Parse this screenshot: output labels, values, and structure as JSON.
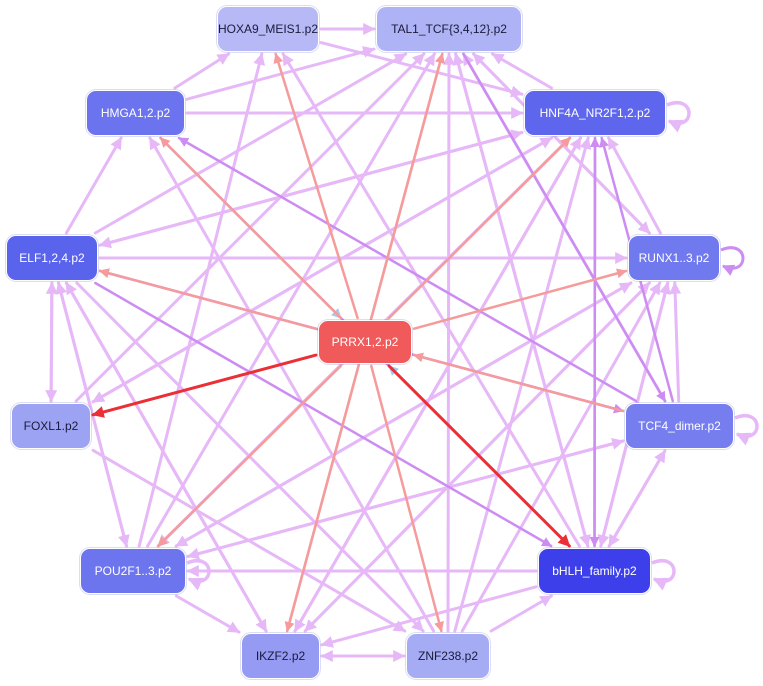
{
  "diagram": {
    "type": "directed-network",
    "colors": {
      "edge_pink": "#e6b8f7",
      "edge_purple": "#cd8cf2",
      "edge_salmon": "#f59b9b",
      "edge_red": "#ea2f36",
      "edge_blue": "#a8c8ee",
      "node_text_light": "#ffffff",
      "node_text_dark": "#1a1a3a"
    },
    "nodes": [
      {
        "id": "hoxa9",
        "label": "HOXA9_MEIS1.p2",
        "fill": "#b6b9f6",
        "text": "dark"
      },
      {
        "id": "tal1",
        "label": "TAL1_TCF{3,4,12}.p2",
        "fill": "#aeb3f5",
        "text": "dark"
      },
      {
        "id": "hmga1",
        "label": "HMGA1,2.p2",
        "fill": "#6b73ee",
        "text": "light"
      },
      {
        "id": "hnf4a",
        "label": "HNF4A_NR2F1,2.p2",
        "fill": "#5d66ec",
        "text": "light"
      },
      {
        "id": "elf1",
        "label": "ELF1,2,4.p2",
        "fill": "#5a63ec",
        "text": "light"
      },
      {
        "id": "runx1",
        "label": "RUNX1..3.p2",
        "fill": "#7179ef",
        "text": "light"
      },
      {
        "id": "prrx1",
        "label": "PRRX1,2.p2",
        "fill": "#f05a5a",
        "text": "light"
      },
      {
        "id": "foxl1",
        "label": "FOXL1.p2",
        "fill": "#9da3f3",
        "text": "dark"
      },
      {
        "id": "tcf4",
        "label": "TCF4_dimer.p2",
        "fill": "#767eef",
        "text": "light"
      },
      {
        "id": "pou2f1",
        "label": "POU2F1..3.p2",
        "fill": "#6c74ee",
        "text": "light"
      },
      {
        "id": "bhlh",
        "label": "bHLH_family.p2",
        "fill": "#3d40ea",
        "text": "light"
      },
      {
        "id": "ikzf2",
        "label": "IKZF2.p2",
        "fill": "#959bf2",
        "text": "dark"
      },
      {
        "id": "znf238",
        "label": "ZNF238.p2",
        "fill": "#a6acf4",
        "text": "dark"
      }
    ],
    "edges": [
      {
        "from": "prrx1",
        "to": "tal1",
        "color": "salmon"
      },
      {
        "from": "prrx1",
        "to": "hoxa9",
        "color": "salmon"
      },
      {
        "from": "prrx1",
        "to": "hnf4a",
        "color": "salmon"
      },
      {
        "from": "prrx1",
        "to": "runx1",
        "color": "salmon"
      },
      {
        "from": "prrx1",
        "to": "hmga1",
        "color": "salmon"
      },
      {
        "from": "prrx1",
        "to": "elf1",
        "color": "salmon"
      },
      {
        "from": "prrx1",
        "to": "foxl1",
        "color": "red"
      },
      {
        "from": "prrx1",
        "to": "bhlh",
        "color": "red"
      },
      {
        "from": "prrx1",
        "to": "ikzf2",
        "color": "salmon"
      },
      {
        "from": "prrx1",
        "to": "znf238",
        "color": "salmon"
      },
      {
        "from": "prrx1",
        "to": "pou2f1",
        "color": "salmon"
      },
      {
        "from": "tcf4",
        "to": "prrx1",
        "color": "salmon"
      },
      {
        "from": "ikzf2",
        "to": "tal1",
        "color": "salmon"
      },
      {
        "from": "bhlh",
        "to": "prrx1",
        "color": "blue"
      },
      {
        "from": "hmga1",
        "to": "prrx1",
        "color": "blue"
      },
      {
        "from": "hmga1",
        "to": "hoxa9",
        "color": "pink"
      },
      {
        "from": "hmga1",
        "to": "hnf4a",
        "color": "pink"
      },
      {
        "from": "hmga1",
        "to": "tal1",
        "color": "pink"
      },
      {
        "from": "hmga1",
        "to": "bhlh",
        "color": "purple"
      },
      {
        "from": "elf1",
        "to": "hmga1",
        "color": "pink"
      },
      {
        "from": "elf1",
        "to": "hnf4a",
        "color": "pink"
      },
      {
        "from": "elf1",
        "to": "tal1",
        "color": "pink"
      },
      {
        "from": "elf1",
        "to": "runx1",
        "color": "pink"
      },
      {
        "from": "elf1",
        "to": "foxl1",
        "color": "pink"
      },
      {
        "from": "elf1",
        "to": "pou2f1",
        "color": "pink"
      },
      {
        "from": "elf1",
        "to": "ikzf2",
        "color": "pink"
      },
      {
        "from": "elf1",
        "to": "tcf4",
        "color": "purple"
      },
      {
        "from": "elf1",
        "to": "bhlh",
        "color": "purple"
      },
      {
        "from": "elf1",
        "to": "znf238",
        "color": "pink"
      },
      {
        "from": "foxl1",
        "to": "hnf4a",
        "color": "pink"
      },
      {
        "from": "foxl1",
        "to": "tal1",
        "color": "pink"
      },
      {
        "from": "foxl1",
        "to": "znf238",
        "color": "pink"
      },
      {
        "from": "foxl1",
        "to": "elf1",
        "color": "pink"
      },
      {
        "from": "pou2f1",
        "to": "hnf4a",
        "color": "pink"
      },
      {
        "from": "pou2f1",
        "to": "runx1",
        "color": "pink"
      },
      {
        "from": "pou2f1",
        "to": "tcf4",
        "color": "pink"
      },
      {
        "from": "pou2f1",
        "to": "tal1",
        "color": "pink"
      },
      {
        "from": "pou2f1",
        "to": "hoxa9",
        "color": "pink"
      },
      {
        "from": "pou2f1",
        "to": "elf1",
        "color": "pink"
      },
      {
        "from": "pou2f1",
        "to": "ikzf2",
        "color": "pink"
      },
      {
        "from": "ikzf2",
        "to": "hnf4a",
        "color": "pink"
      },
      {
        "from": "ikzf2",
        "to": "runx1",
        "color": "pink"
      },
      {
        "from": "ikzf2",
        "to": "elf1",
        "color": "pink"
      },
      {
        "from": "ikzf2",
        "to": "znf238",
        "color": "pink"
      },
      {
        "from": "znf238",
        "to": "bhlh",
        "color": "pink"
      },
      {
        "from": "znf238",
        "to": "hnf4a",
        "color": "pink"
      },
      {
        "from": "znf238",
        "to": "runx1",
        "color": "pink"
      },
      {
        "from": "znf238",
        "to": "tal1",
        "color": "pink"
      },
      {
        "from": "znf238",
        "to": "hmga1",
        "color": "pink"
      },
      {
        "from": "znf238",
        "to": "ikzf2",
        "color": "pink"
      },
      {
        "from": "bhlh",
        "to": "hnf4a",
        "color": "purple"
      },
      {
        "from": "bhlh",
        "to": "runx1",
        "color": "pink"
      },
      {
        "from": "bhlh",
        "to": "tcf4",
        "color": "pink"
      },
      {
        "from": "bhlh",
        "to": "tal1",
        "color": "pink"
      },
      {
        "from": "bhlh",
        "to": "hoxa9",
        "color": "pink"
      },
      {
        "from": "bhlh",
        "to": "ikzf2",
        "color": "pink"
      },
      {
        "from": "bhlh",
        "to": "pou2f1",
        "color": "pink"
      },
      {
        "from": "tcf4",
        "to": "runx1",
        "color": "pink"
      },
      {
        "from": "tcf4",
        "to": "hnf4a",
        "color": "purple"
      },
      {
        "from": "tcf4",
        "to": "tal1",
        "color": "pink"
      },
      {
        "from": "tcf4",
        "to": "hmga1",
        "color": "purple"
      },
      {
        "from": "tcf4",
        "to": "elf1",
        "color": "purple"
      },
      {
        "from": "tcf4",
        "to": "pou2f1",
        "color": "pink"
      },
      {
        "from": "tcf4",
        "to": "bhlh",
        "color": "pink"
      },
      {
        "from": "runx1",
        "to": "hnf4a",
        "color": "pink"
      },
      {
        "from": "runx1",
        "to": "tal1",
        "color": "pink"
      },
      {
        "from": "runx1",
        "to": "pou2f1",
        "color": "pink"
      },
      {
        "from": "runx1",
        "to": "ikzf2",
        "color": "pink"
      },
      {
        "from": "runx1",
        "to": "bhlh",
        "color": "pink"
      },
      {
        "from": "hnf4a",
        "to": "tal1",
        "color": "pink"
      },
      {
        "from": "hnf4a",
        "to": "elf1",
        "color": "pink"
      },
      {
        "from": "hnf4a",
        "to": "pou2f1",
        "color": "pink"
      },
      {
        "from": "hnf4a",
        "to": "ikzf2",
        "color": "pink"
      },
      {
        "from": "hnf4a",
        "to": "foxl1",
        "color": "pink"
      },
      {
        "from": "hnf4a",
        "to": "bhlh",
        "color": "purple"
      },
      {
        "from": "hoxa9",
        "to": "tal1",
        "color": "pink"
      },
      {
        "from": "hoxa9",
        "to": "hnf4a",
        "color": "pink"
      },
      {
        "from": "tal1",
        "to": "runx1",
        "color": "pink"
      },
      {
        "from": "tal1",
        "to": "bhlh",
        "color": "pink"
      },
      {
        "from": "tal1",
        "to": "tcf4",
        "color": "purple"
      }
    ],
    "self_loops": [
      {
        "node": "hnf4a",
        "color": "pink"
      },
      {
        "node": "runx1",
        "color": "purple"
      },
      {
        "node": "tcf4",
        "color": "pink"
      },
      {
        "node": "pou2f1",
        "color": "pink"
      },
      {
        "node": "bhlh",
        "color": "pink"
      }
    ]
  }
}
